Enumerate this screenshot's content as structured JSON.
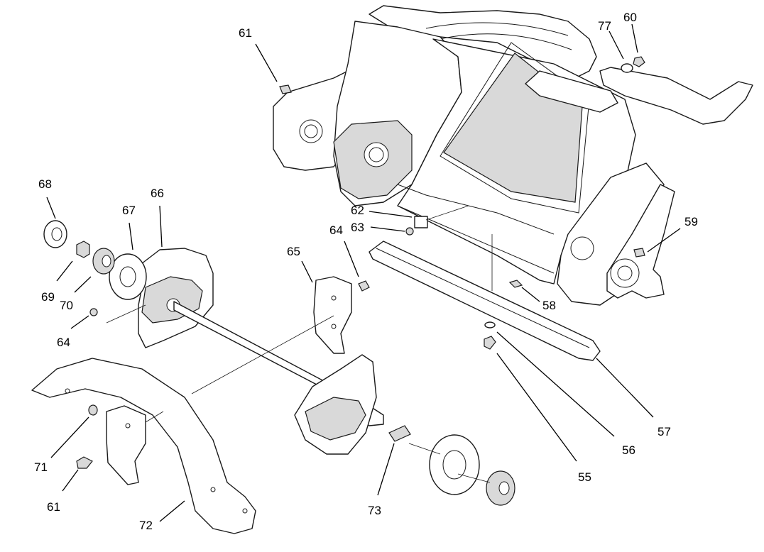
{
  "callouts": [
    {
      "id": "c61a",
      "text": "61"
    },
    {
      "id": "c77",
      "text": "77"
    },
    {
      "id": "c60",
      "text": "60"
    },
    {
      "id": "c68",
      "text": "68"
    },
    {
      "id": "c67",
      "text": "67"
    },
    {
      "id": "c66",
      "text": "66"
    },
    {
      "id": "c69",
      "text": "69"
    },
    {
      "id": "c70",
      "text": "70"
    },
    {
      "id": "c64a",
      "text": "64"
    },
    {
      "id": "c65",
      "text": "65"
    },
    {
      "id": "c64b",
      "text": "64"
    },
    {
      "id": "c62",
      "text": "62"
    },
    {
      "id": "c63",
      "text": "63"
    },
    {
      "id": "c59",
      "text": "59"
    },
    {
      "id": "c58",
      "text": "58"
    },
    {
      "id": "c71",
      "text": "71"
    },
    {
      "id": "c61b",
      "text": "61"
    },
    {
      "id": "c72",
      "text": "72"
    },
    {
      "id": "c73",
      "text": "73"
    },
    {
      "id": "c55",
      "text": "55"
    },
    {
      "id": "c56",
      "text": "56"
    },
    {
      "id": "c57",
      "text": "57"
    }
  ]
}
